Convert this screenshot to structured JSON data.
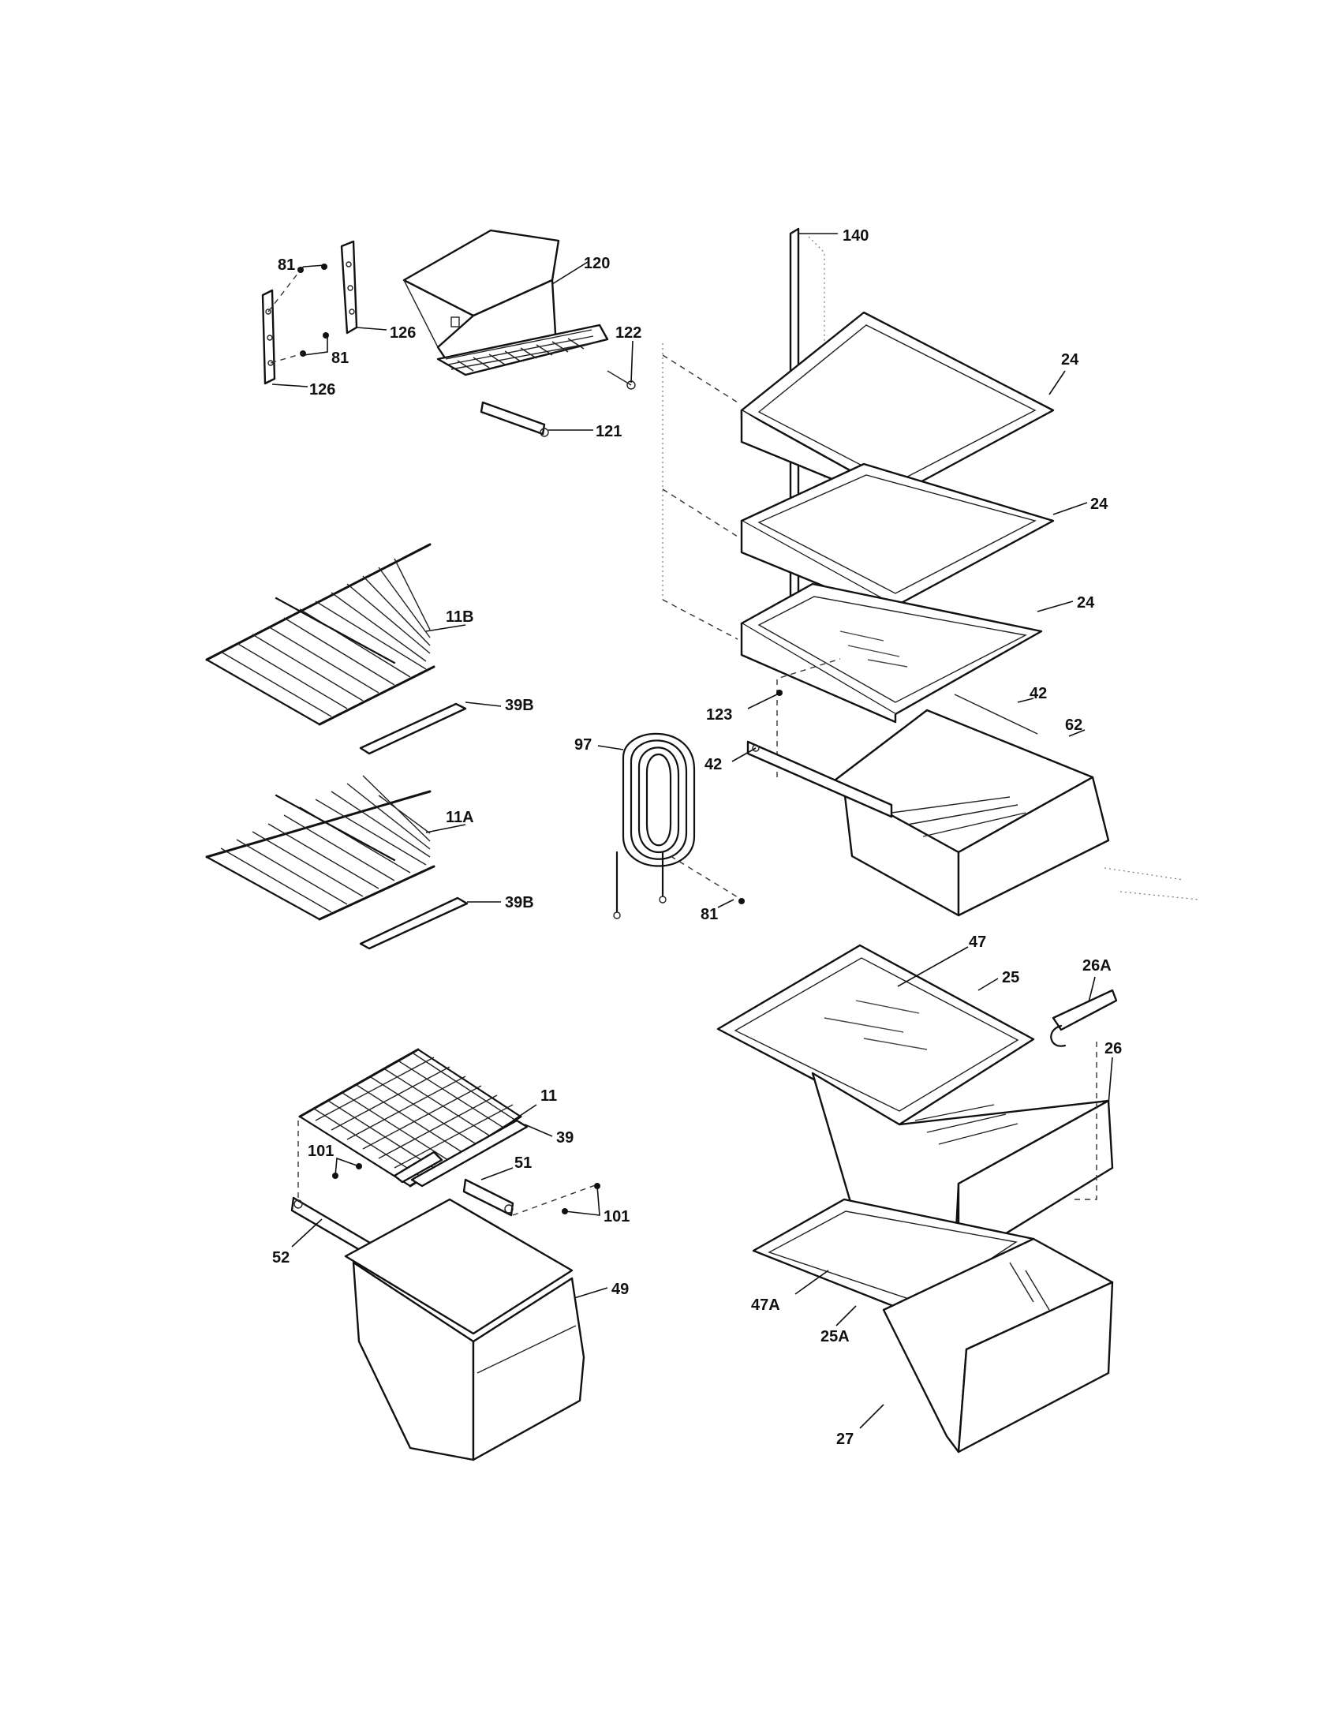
{
  "callouts": {
    "c140": "140",
    "c120": "120",
    "c122": "122",
    "c121": "121",
    "c126a": "126",
    "c126b": "126",
    "c81a": "81",
    "c81b": "81",
    "c81c": "81",
    "c24a": "24",
    "c24b": "24",
    "c24c": "24",
    "c11B": "11B",
    "c39Ba": "39B",
    "c11A": "11A",
    "c39Bb": "39B",
    "c97": "97",
    "c123": "123",
    "c42a": "42",
    "c42b": "42",
    "c62": "62",
    "c47": "47",
    "c25": "25",
    "c26A": "26A",
    "c26": "26",
    "c11": "11",
    "c39": "39",
    "c101a": "101",
    "c101b": "101",
    "c51": "51",
    "c52": "52",
    "c49": "49",
    "c47A": "47A",
    "c25A": "25A",
    "c27": "27"
  }
}
